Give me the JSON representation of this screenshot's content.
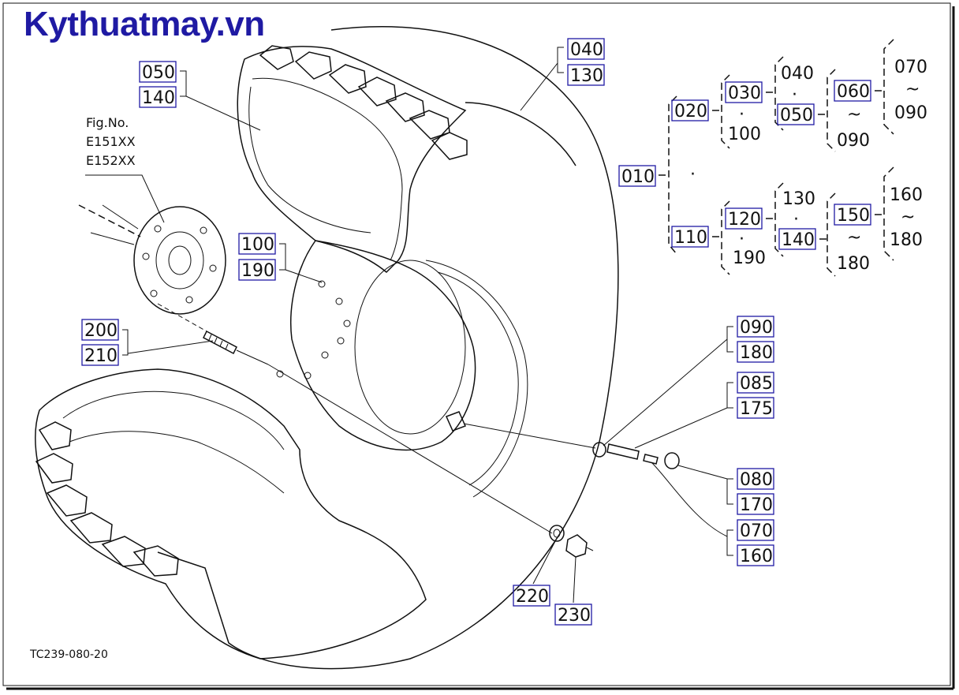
{
  "brand": {
    "text": "Kythuatmay.vn",
    "color": "#1f1aa3"
  },
  "figure": {
    "label": "Fig.No.",
    "refs": [
      "E151XX",
      "E152XX"
    ]
  },
  "drawing_code": "TC239-080-20",
  "callouts": {
    "c050": "050",
    "c140a": "140",
    "c040a": "040",
    "c130a": "130",
    "c100a": "100",
    "c190a": "190",
    "c200": "200",
    "c210": "210",
    "c090a": "090",
    "c180a": "180",
    "c085": "085",
    "c175": "175",
    "c080": "080",
    "c170": "170",
    "c070a": "070",
    "c160a": "160",
    "c220": "220",
    "c230": "230"
  },
  "tree": {
    "root": "010",
    "dot": "·",
    "tilde": "~",
    "n020": "020",
    "n030": "030",
    "n100": "100",
    "n040": "040",
    "n050": "050",
    "n060": "060",
    "n090": "090",
    "n070": "070",
    "n090b": "090",
    "n110": "110",
    "n120": "120",
    "n190": "190",
    "n130": "130",
    "n140": "140",
    "n150": "150",
    "n180": "180",
    "n160": "160",
    "n180b": "180"
  }
}
